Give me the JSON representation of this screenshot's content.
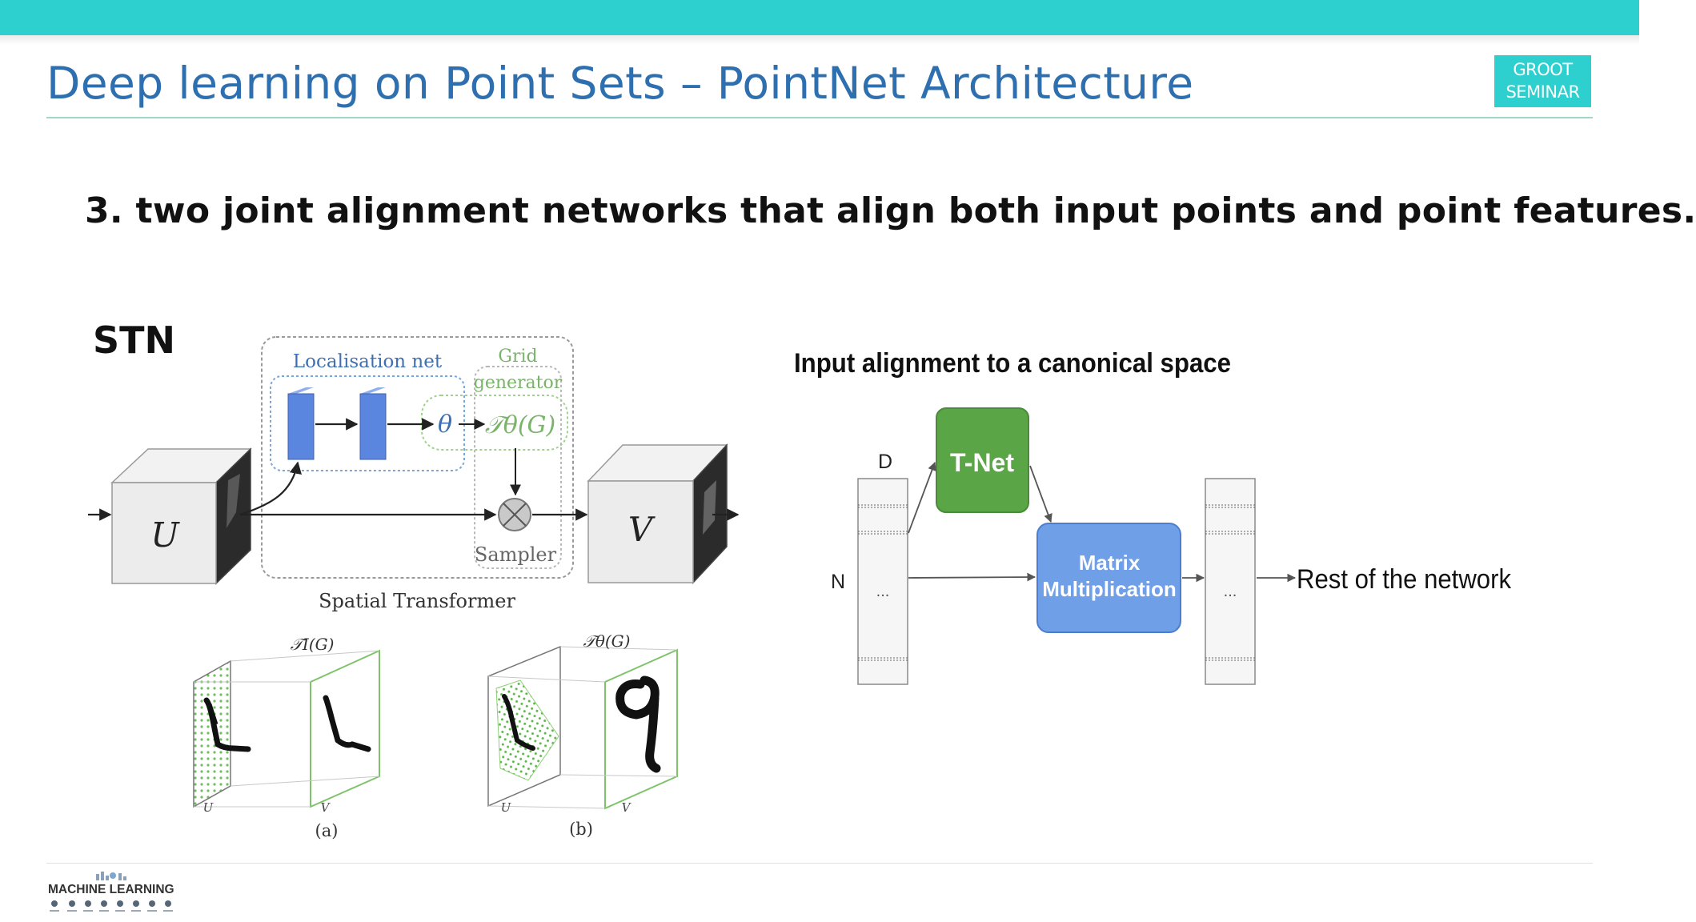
{
  "header": {
    "title": "Deep learning on Point Sets – PointNet Architecture",
    "badge_line1": "GROOT",
    "badge_line2": "SEMINAR",
    "accent_color": "#2dcfcf",
    "title_color": "#2e6fb0"
  },
  "point_heading": "3. two joint alignment networks that align both input points and point features.",
  "stn": {
    "label": "STN",
    "localisation_net": "Localisation net",
    "grid_generator_line1": "Grid",
    "grid_generator_line2": "generator",
    "theta": "θ",
    "transform": "𝒯θ(G)",
    "sampler": "Sampler",
    "caption": "Spatial Transformer",
    "input_label": "U",
    "output_label": "V",
    "examples": {
      "a": {
        "transform": "𝒯I(G)",
        "u": "U",
        "v": "V",
        "caption": "(a)"
      },
      "b": {
        "transform": "𝒯θ(G)",
        "u": "U",
        "v": "V",
        "caption": "(b)"
      }
    }
  },
  "alignment": {
    "title": "Input alignment to a canonical space",
    "tnet": "T-Net",
    "matmul_line1": "Matrix",
    "matmul_line2": "Multiplication",
    "dim_d": "D",
    "dim_n": "N",
    "ellipsis": "...",
    "rest": "Rest of the network",
    "tnet_color": "#5aa646",
    "matmul_color": "#6f9fe6"
  },
  "footer": {
    "logo_text": "MACHINE LEARNING"
  }
}
